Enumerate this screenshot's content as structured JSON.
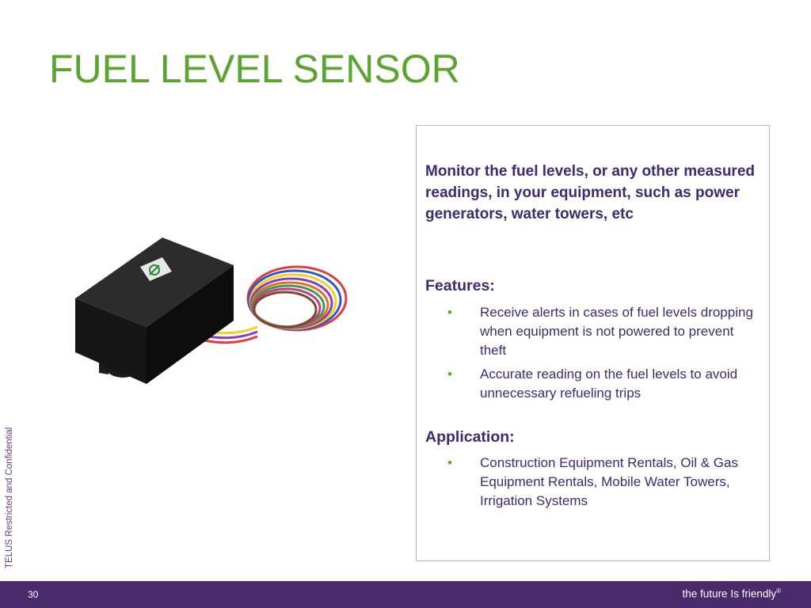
{
  "slide": {
    "title": "FUEL LEVEL SENSOR",
    "side_label": "TELUS Restricted and Confidential"
  },
  "panel": {
    "intro": "Monitor the fuel levels, or any other measured readings, in your equipment, such as power generators, water towers, etc",
    "features": {
      "heading": "Features:",
      "items": [
        "Receive alerts in cases of fuel levels dropping when equipment is not powered to prevent theft",
        "Accurate reading on the fuel levels to avoid unnecessary refueling trips"
      ]
    },
    "application": {
      "heading": "Application:",
      "items": [
        "Construction Equipment Rentals, Oil & Gas Equipment Rentals, Mobile Water Towers, Irrigation Systems"
      ]
    },
    "bullet_glyph": "•"
  },
  "footer": {
    "page_number": "30",
    "tagline": "the future Is friendly",
    "tagline_mark": "®"
  },
  "colors": {
    "title_green": "#5ba432",
    "text_purple": "#3e2a70",
    "footer_purple": "#4b2a6b"
  }
}
